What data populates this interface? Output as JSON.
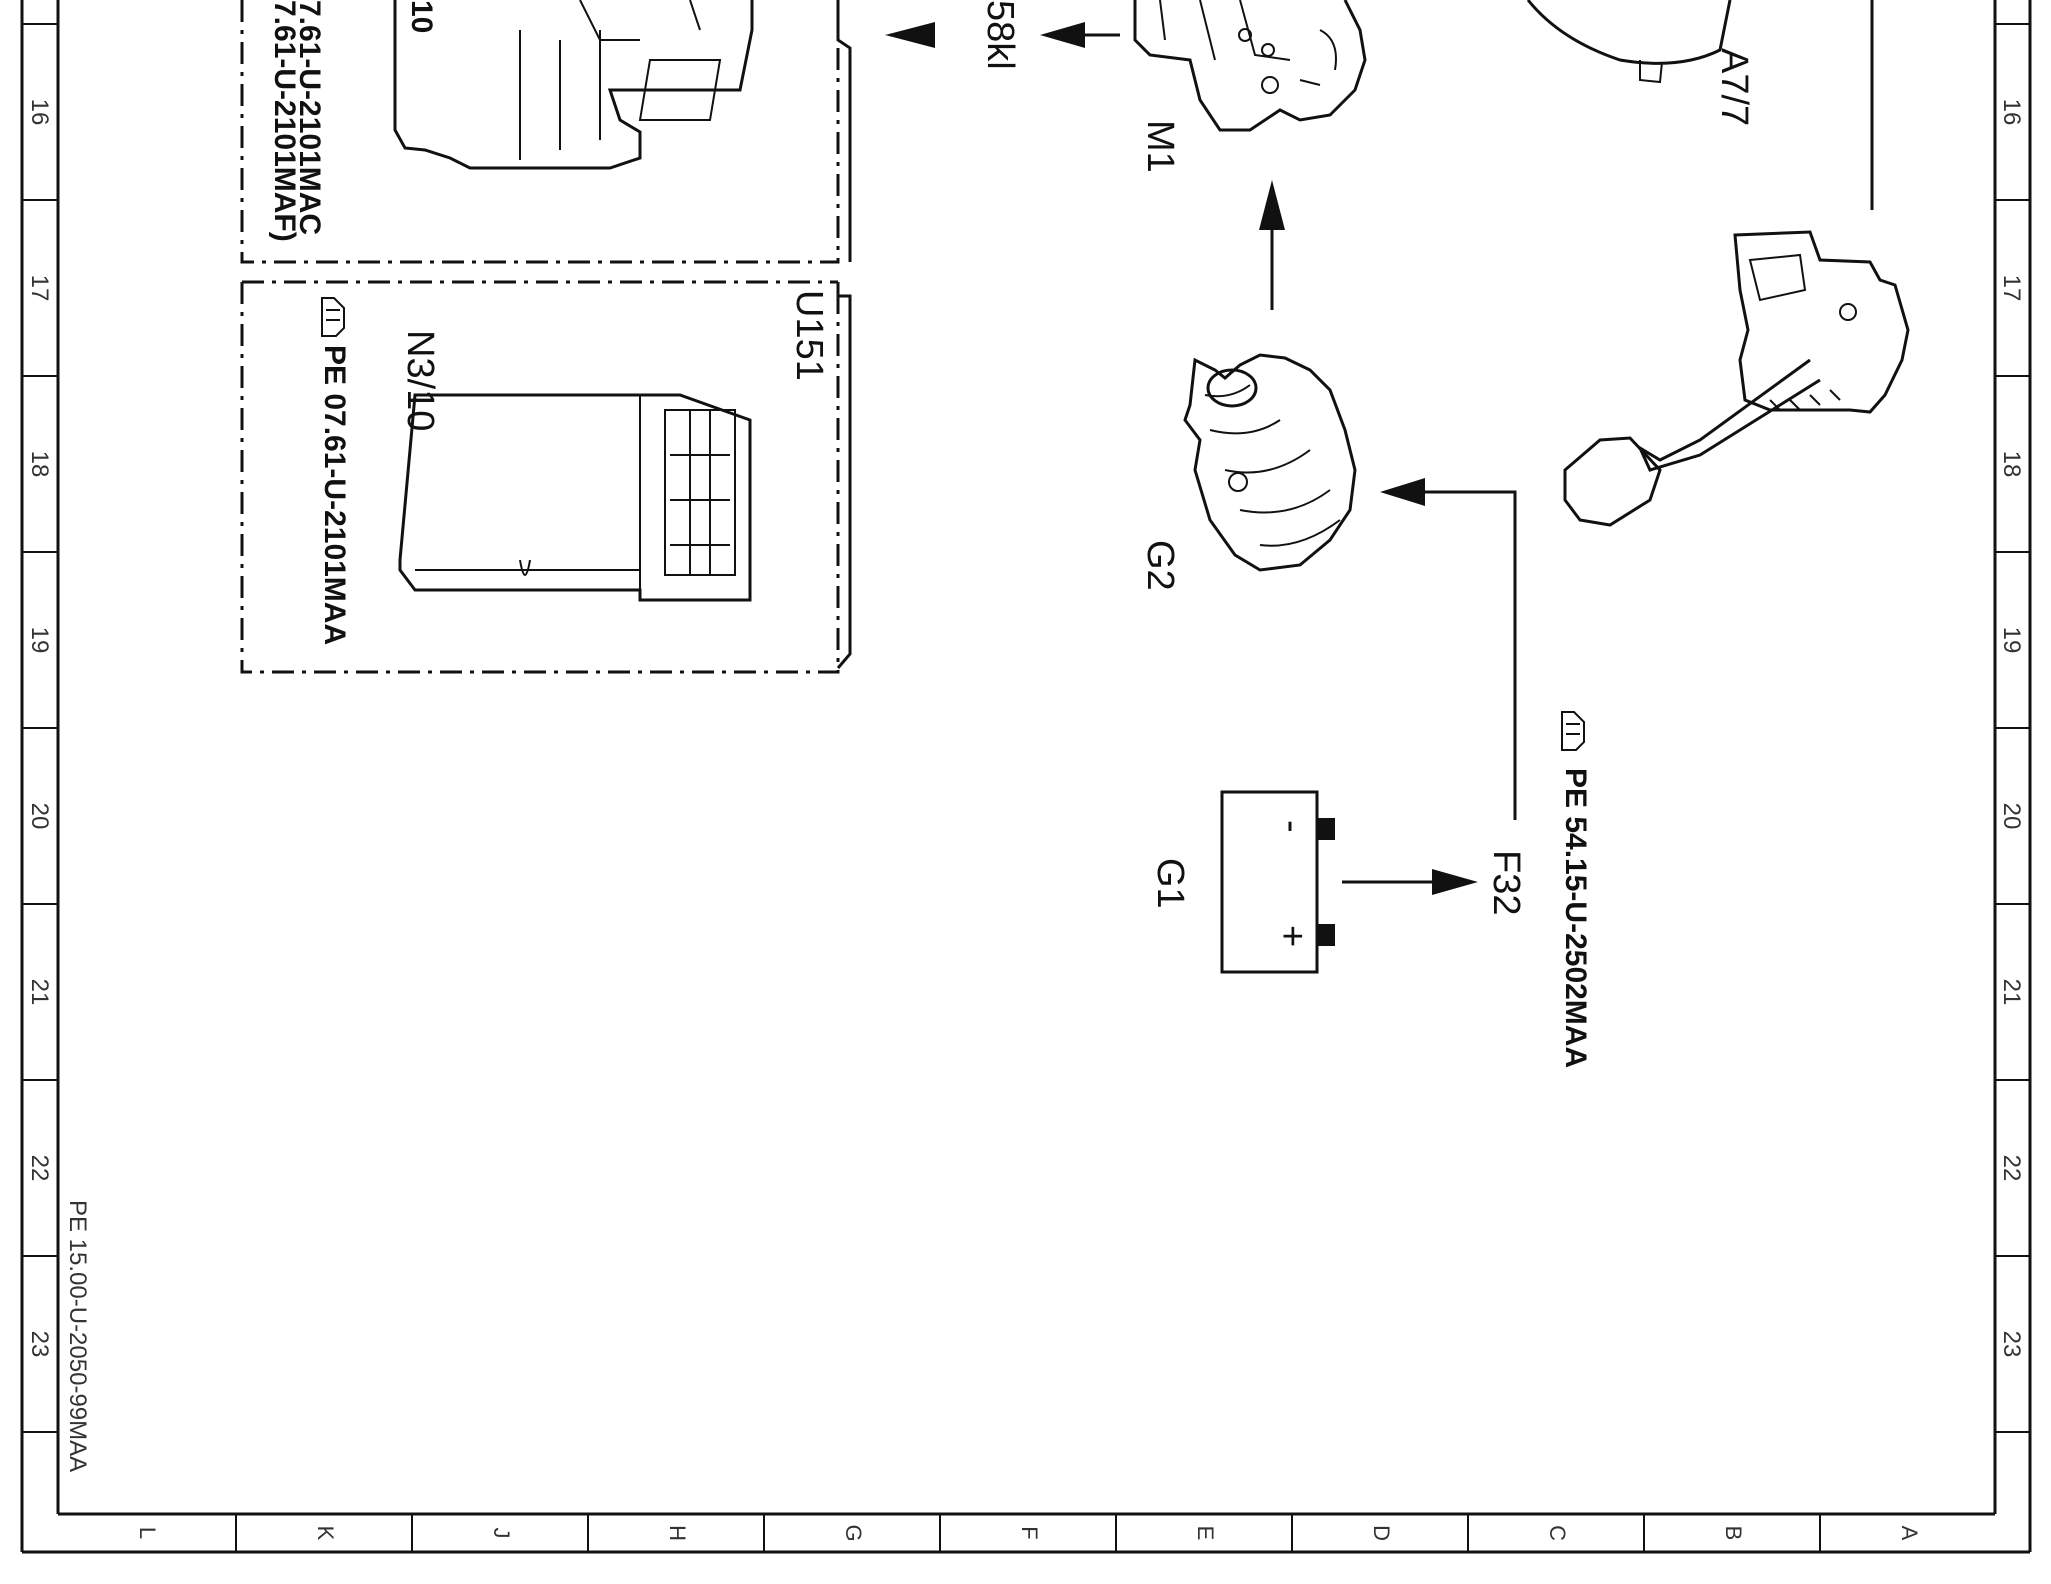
{
  "grid_numbers": [
    "16",
    "17",
    "18",
    "19",
    "20",
    "21",
    "22",
    "23"
  ],
  "grid_letters": [
    "L",
    "K",
    "J",
    "H",
    "G",
    "F",
    "E",
    "D",
    "C",
    "B",
    "A"
  ],
  "document_id": "PE 15.00-U-2050-99MAA",
  "components": {
    "m1": "M1",
    "g2": "G2",
    "g1": "G1",
    "a7_7": "A7/7",
    "f32": "F32",
    "n3_10": "N3/10",
    "n3_10_top": "10",
    "u151": "U151",
    "terminal_58": "58kl"
  },
  "references": {
    "top_ecu_1": "7.61-U-2101MAC",
    "top_ecu_2": "7.61-U-2101MAF)",
    "n3_10_ref": "PE 07.61-U-2101MAA",
    "f32_ref": "PE 54.15-U-2502MAA"
  },
  "battery_terminals": {
    "minus": "-",
    "plus": "+"
  },
  "icons": [
    "pointing-hand-icon"
  ]
}
